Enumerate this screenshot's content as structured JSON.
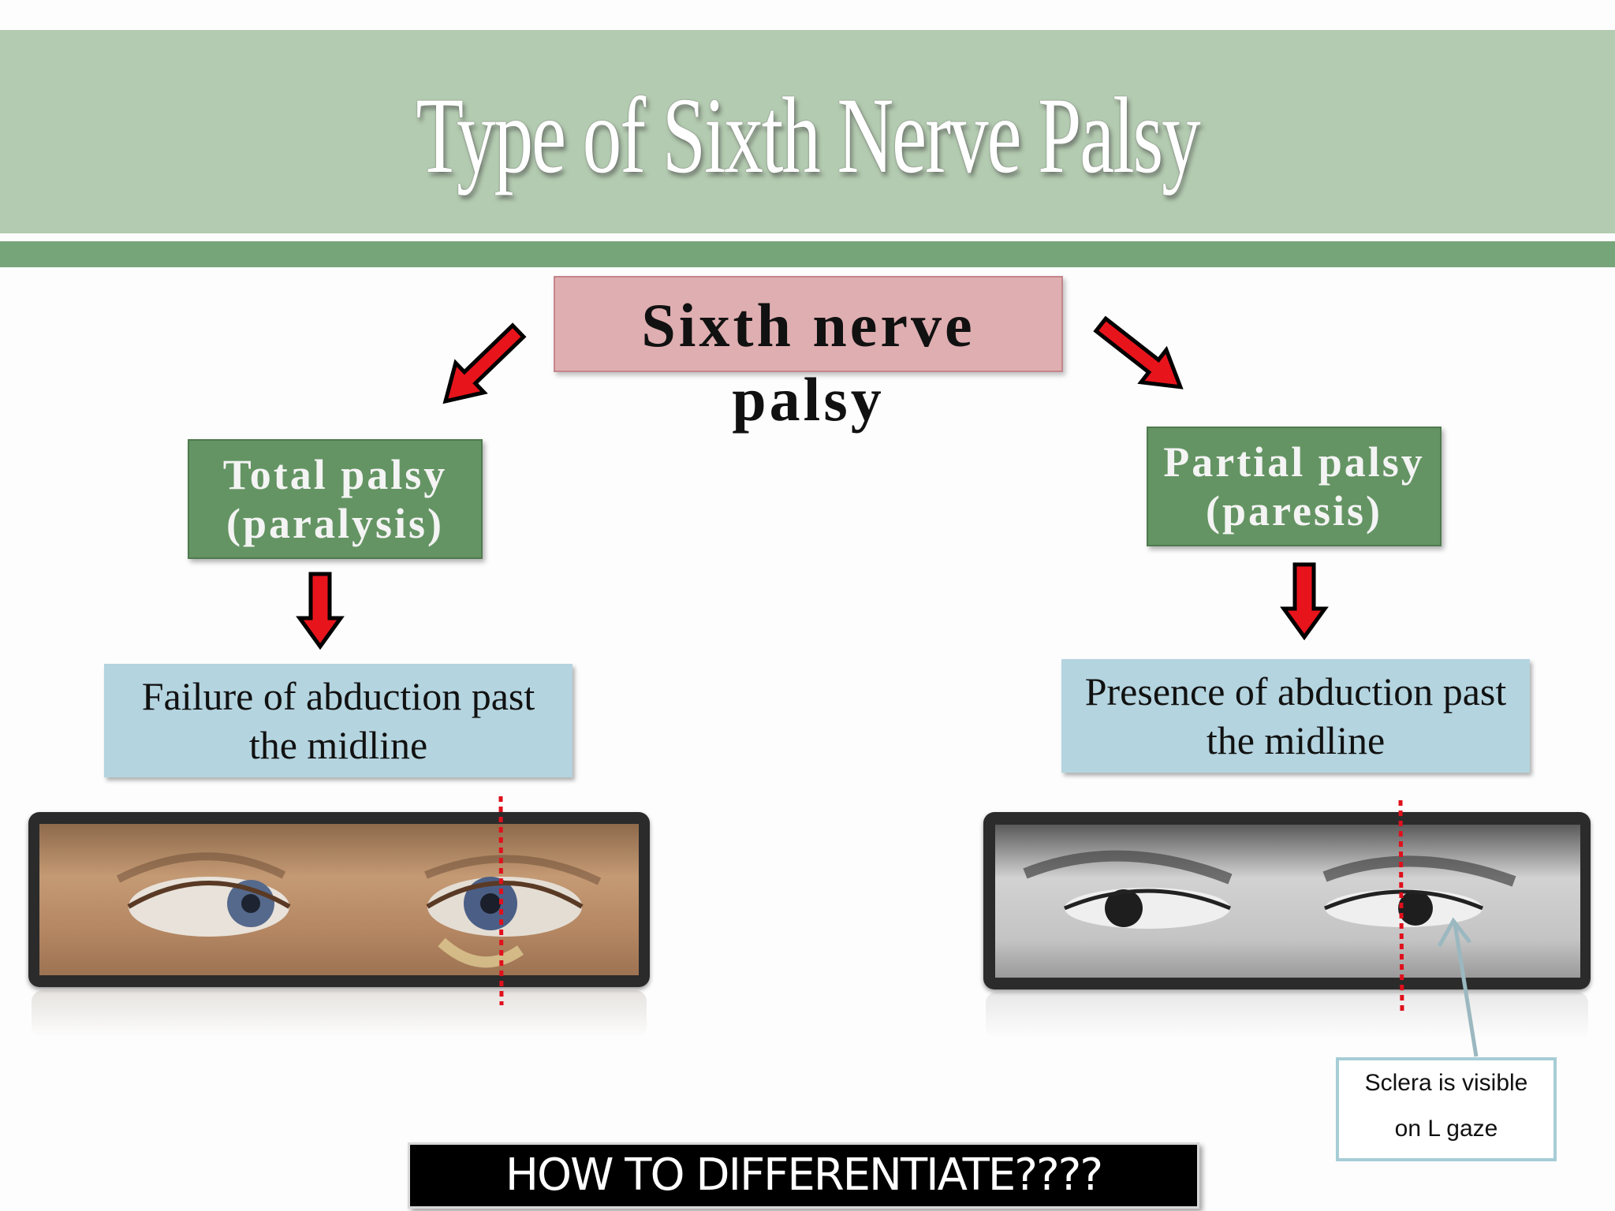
{
  "slide": {
    "title": "Type of Sixth Nerve Palsy",
    "root": {
      "line1": "Sixth nerve",
      "line2": "palsy"
    },
    "left": {
      "category_line1": "Total palsy",
      "category_line2": "(paralysis)",
      "finding_line1": "Failure of abduction past",
      "finding_line2": "the midline"
    },
    "right": {
      "category_line1": "Partial palsy",
      "category_line2": "(paresis)",
      "finding_line1": "Presence of abduction past",
      "finding_line2": "the midline"
    },
    "callout": {
      "line1": "Sclera is visible",
      "line2": "on L gaze"
    },
    "bottom_banner": "HOW TO DIFFERENTIATE????"
  },
  "colors": {
    "title_band": "#b3cbb0",
    "title_rule": "#77a57a",
    "root_box": "#dfaeb1",
    "category_box": "#649463",
    "finding_box": "#b4d4df",
    "arrow_fill": "#e8141c",
    "midline": "#e0101c",
    "callout_border": "#a6cdd6"
  }
}
